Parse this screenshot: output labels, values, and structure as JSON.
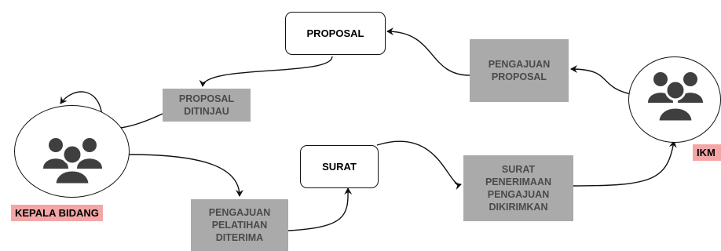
{
  "nodes": {
    "proposal": "PROPOSAL",
    "surat": "SURAT",
    "pengajuan_proposal": "PENGAJUAN\nPROPOSAL",
    "proposal_ditinjau": "PROPOSAL\nDITINJAU",
    "pengajuan_pelatihan_diterima": "PENGAJUAN\nPELATIHAN\nDITERIMA",
    "surat_penerimaan": "SURAT\nPENERIMAAN\nPENGAJUAN\nDIKIRIMKAN"
  },
  "actors": {
    "kepala_bidang": "KEPALA BIDANG",
    "ikm": "IKM"
  },
  "colors": {
    "process_fill": "#aaaaaa",
    "process_text": "#4a4a4a",
    "role_fill": "#f4a6a6",
    "line": "#111111"
  },
  "icons": {
    "actor": "users-group-icon"
  }
}
